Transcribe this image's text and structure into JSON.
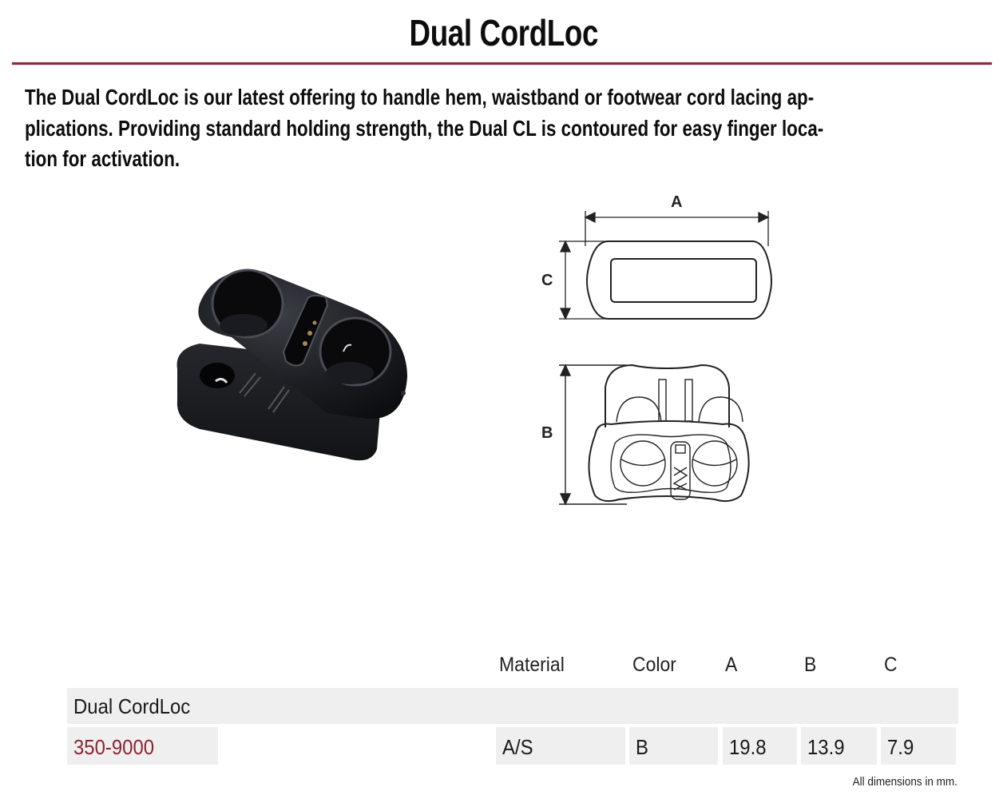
{
  "page": {
    "title": "Dual CordLoc",
    "accent_color": "#8c2a3e",
    "intro_lines": [
      "The Dual CordLoc is our latest offering to handle hem, waistband or footwear cord lacing ap-",
      "plications.  Providing standard holding strength, the Dual CL is contoured for easy finger loca-",
      "tion for activation."
    ]
  },
  "figures": {
    "photo": {
      "alt": "Black Dual CordLoc cord lock product photo"
    },
    "drawing_top": {
      "dimension_a": "A",
      "dimension_c": "C"
    },
    "drawing_bottom": {
      "dimension_b": "B"
    }
  },
  "table": {
    "columns": [
      "Material",
      "Color",
      "A",
      "B",
      "C"
    ],
    "group_label": "Dual CordLoc",
    "rows": [
      {
        "part": "350-9000",
        "material": "A/S",
        "color": "B",
        "a": "19.8",
        "b": "13.9",
        "c": "7.9"
      }
    ],
    "footnote": "All dimensions in mm."
  }
}
